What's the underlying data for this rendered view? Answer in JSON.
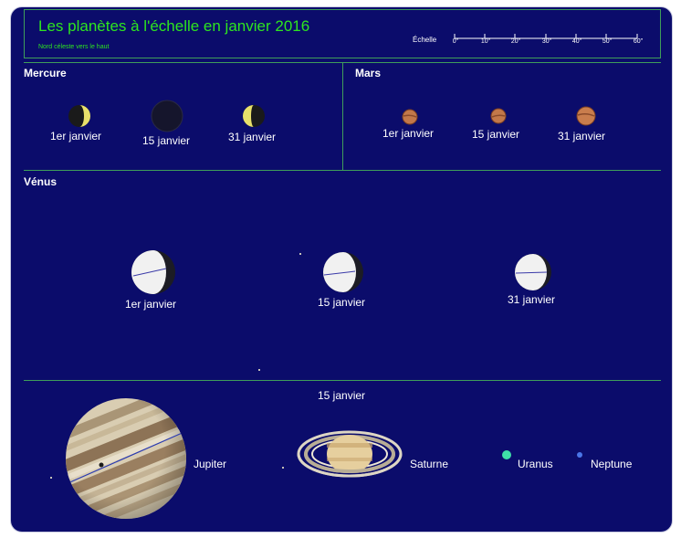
{
  "header": {
    "title": "Les planètes à l'échelle en janvier 2016",
    "subtitle": "Nord céleste vers le haut",
    "scale_label": "Échelle",
    "scale_ticks": [
      "0\"",
      "10\"",
      "20\"",
      "30\"",
      "40\"",
      "50\"",
      "60\""
    ]
  },
  "mercure": {
    "name": "Mercure",
    "dates": [
      "1er janvier",
      "15 janvier",
      "31 janvier"
    ]
  },
  "mars": {
    "name": "Mars",
    "dates": [
      "1er janvier",
      "15 janvier",
      "31 janvier"
    ]
  },
  "venus": {
    "name": "Vénus",
    "dates": [
      "1er janvier",
      "15 janvier",
      "31 janvier"
    ]
  },
  "outer": {
    "date": "15 janvier",
    "planets": [
      "Jupiter",
      "Saturne",
      "Uranus",
      "Neptune"
    ]
  },
  "colors": {
    "background": "#0b0c6b",
    "divider": "#3f9e5a",
    "title": "#2ee61f"
  }
}
